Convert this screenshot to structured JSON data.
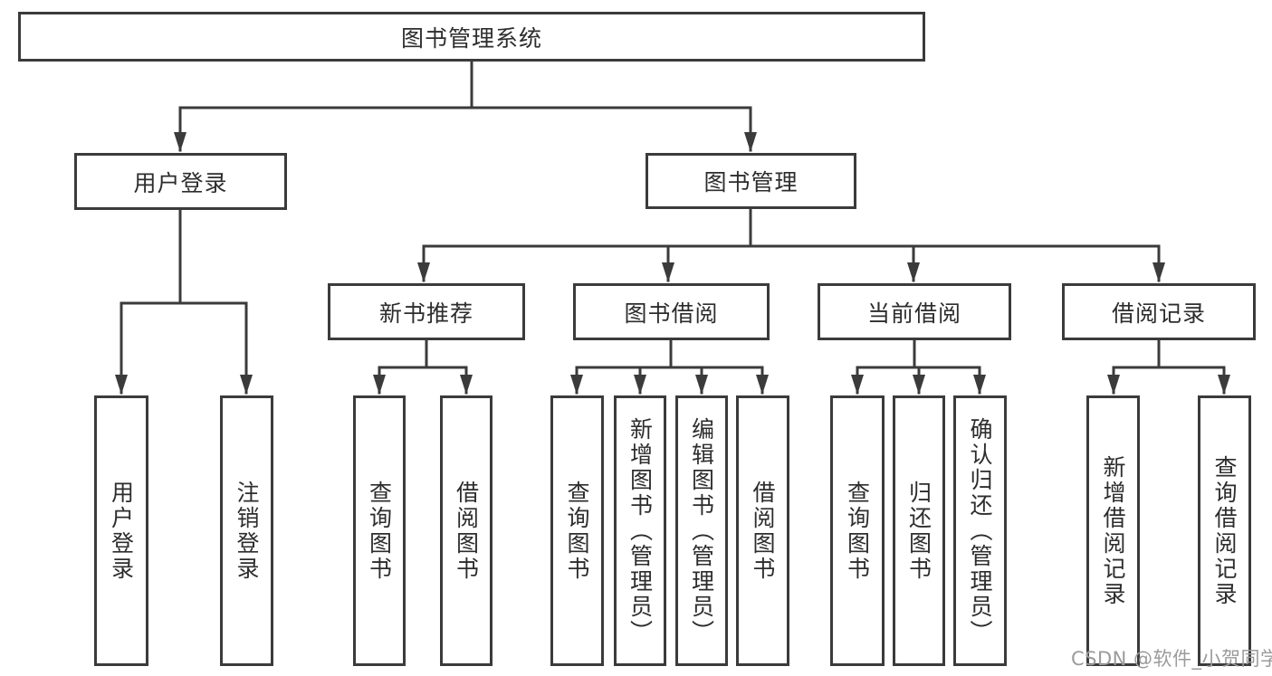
{
  "tree": {
    "root": {
      "label": "图书管理系统",
      "children": [
        {
          "label": "用户登录",
          "children": [
            {
              "label": "用户登录"
            },
            {
              "label": "注销登录"
            }
          ]
        },
        {
          "label": "图书管理",
          "children": [
            {
              "label": "新书推荐",
              "children": [
                {
                  "label": "查询图书"
                },
                {
                  "label": "借阅图书"
                }
              ]
            },
            {
              "label": "图书借阅",
              "children": [
                {
                  "label": "查询图书"
                },
                {
                  "label": "新增图书（管理员）"
                },
                {
                  "label": "编辑图书（管理员）"
                },
                {
                  "label": "借阅图书"
                }
              ]
            },
            {
              "label": "当前借阅",
              "children": [
                {
                  "label": "查询图书"
                },
                {
                  "label": "归还图书"
                },
                {
                  "label": "确认归还（管理员）"
                }
              ]
            },
            {
              "label": "借阅记录",
              "children": [
                {
                  "label": "新增借阅记录"
                },
                {
                  "label": "查询借阅记录"
                }
              ]
            }
          ]
        }
      ]
    }
  },
  "watermark": {
    "text": "CSDN @软件_小贺同学"
  },
  "colors": {
    "line": "#3b3b3b",
    "text": "#2d2d2d",
    "watermark_text": "#9b9b9b",
    "background": "#ffffff"
  }
}
